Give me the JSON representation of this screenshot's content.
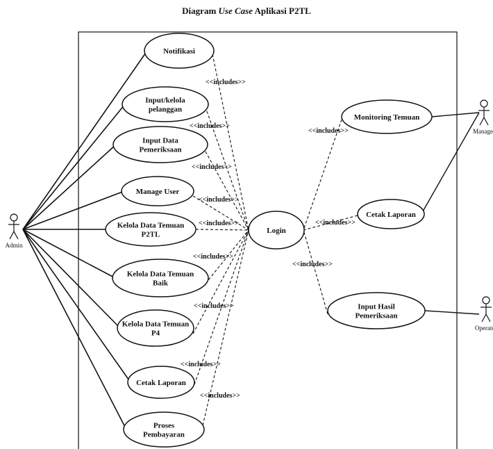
{
  "title": {
    "prefix": "Diagram ",
    "italic": "Use Case",
    "suffix": " Aplikasi P2TL"
  },
  "actors": {
    "admin": "Admin",
    "manager": "Manager",
    "operator": "Operator"
  },
  "use_cases": {
    "notifikasi": [
      "Notifikasi"
    ],
    "input_kelola_pelanggan": [
      "Input/kelola",
      "pelanggan"
    ],
    "input_data_pemeriksaan": [
      "Input Data",
      "Pemeriksaan"
    ],
    "manage_user": [
      "Manage User"
    ],
    "kelola_temuan_p2tl": [
      "Kelola Data Temuan",
      "P2TL"
    ],
    "kelola_temuan_baik": [
      "Kelola Data Temuan",
      "Baik"
    ],
    "kelola_temuan_p4": [
      "Kelola Data Temuan",
      "P4"
    ],
    "cetak_laporan_admin": [
      "Cetak Laporan"
    ],
    "proses_pembayaran": [
      "Proses",
      "Pembayaran"
    ],
    "login": [
      "Login"
    ],
    "monitoring_temuan": [
      "Monitoring Temuan"
    ],
    "cetak_laporan_manager": [
      "Cetak Laporan"
    ],
    "input_hasil_pemeriksaan": [
      "Input Hasil",
      "Pemeriksaan"
    ]
  },
  "relation_label": "<<includes>>",
  "relations": {
    "actor_links": [
      [
        "admin",
        "notifikasi"
      ],
      [
        "admin",
        "input_kelola_pelanggan"
      ],
      [
        "admin",
        "input_data_pemeriksaan"
      ],
      [
        "admin",
        "manage_user"
      ],
      [
        "admin",
        "kelola_temuan_p2tl"
      ],
      [
        "admin",
        "kelola_temuan_baik"
      ],
      [
        "admin",
        "kelola_temuan_p4"
      ],
      [
        "admin",
        "cetak_laporan_admin"
      ],
      [
        "admin",
        "proses_pembayaran"
      ],
      [
        "manager",
        "monitoring_temuan"
      ],
      [
        "manager",
        "cetak_laporan_manager"
      ],
      [
        "operator",
        "input_hasil_pemeriksaan"
      ]
    ],
    "include_links": [
      [
        "notifikasi",
        "login"
      ],
      [
        "input_kelola_pelanggan",
        "login"
      ],
      [
        "input_data_pemeriksaan",
        "login"
      ],
      [
        "manage_user",
        "login"
      ],
      [
        "kelola_temuan_p2tl",
        "login"
      ],
      [
        "kelola_temuan_baik",
        "login"
      ],
      [
        "kelola_temuan_p4",
        "login"
      ],
      [
        "cetak_laporan_admin",
        "login"
      ],
      [
        "proses_pembayaran",
        "login"
      ],
      [
        "monitoring_temuan",
        "login"
      ],
      [
        "cetak_laporan_manager",
        "login"
      ],
      [
        "input_hasil_pemeriksaan",
        "login"
      ]
    ]
  }
}
